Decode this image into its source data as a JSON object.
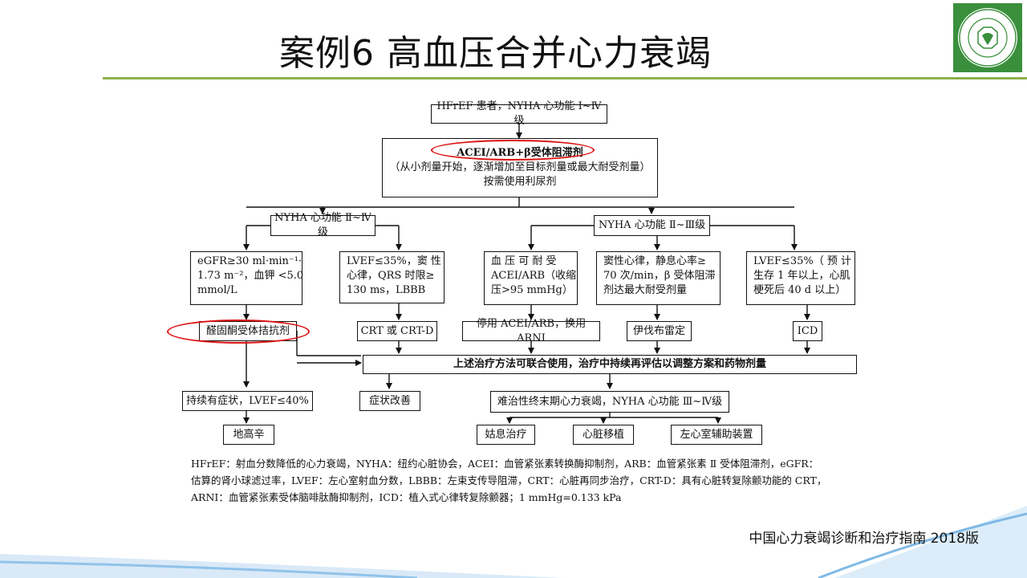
{
  "slide": {
    "title": "案例6 高血压合并心力衰竭",
    "source": "中国心力衰竭诊断和治疗指南 2018版",
    "logo_icon": "hunan-pharmaceutical-association-logo",
    "accent_color": "#8cb04a"
  },
  "flowchart": {
    "start": "HFrEF 患者，NYHA 心功能 Ⅰ~Ⅳ级",
    "base_treatment": {
      "drug": "ACEI/ARB+β受体阻滞剂",
      "note": "（从小剂量开始，逐渐增加至目标剂量或最大耐受剂量）",
      "diuretic": "按需使用利尿剂"
    },
    "left_branch": "NYHA 心功能 Ⅱ~Ⅳ级",
    "right_branch": "NYHA 心功能 Ⅱ~Ⅲ级",
    "cond_egfr": [
      "eGFR≥30 ml·min⁻¹·",
      "1.73 m⁻²，血钾 <5.0",
      "mmol/L"
    ],
    "cond_lvef_sinus": [
      "LVEF≤35%，窦 性",
      "心律，QRS 时限≥",
      "130 ms，LBBB"
    ],
    "cond_bp": [
      "血 压 可 耐 受",
      "ACEI/ARB（收缩",
      "压>95 mmHg）"
    ],
    "cond_hr": [
      "窦性心律，静息心率≥",
      "70 次/min，β 受体阻滞",
      "剂达最大耐受剂量"
    ],
    "cond_icd": [
      "LVEF≤35%（ 预 计",
      "生存 1 年以上，心肌",
      "梗死后 40 d 以上）"
    ],
    "tx_mra": "醛固酮受体拮抗剂",
    "tx_crt": "CRT 或 CRT-D",
    "tx_arni": "停用 ACEI/ARB，换用 ARNI",
    "tx_ivabradine": "伊伐布雷定",
    "tx_icd": "ICD",
    "combine": "上述治疗方法可联合使用，治疗中持续再评估以调整方案和药物剂量",
    "persistent": "持续有症状，LVEF≤40%",
    "improved": "症状改善",
    "refractory": "难治性终末期心力衰竭，NYHA 心功能 Ⅲ~Ⅳ级",
    "digoxin": "地高辛",
    "palliative": "姑息治疗",
    "transplant": "心脏移植",
    "lvad": "左心室辅助装置"
  },
  "legend": [
    "HFrEF：射血分数降低的心力衰竭，NYHA：纽约心脏协会，ACEI：血管紧张素转换酶抑制剂，ARB：血管紧张素 Ⅱ 受体阻滞剂，eGFR：",
    "估算的肾小球滤过率，LVEF：左心室射血分数，LBBB：左束支传导阻滞，CRT：心脏再同步治疗，CRT-D：具有心脏转复除颤功能的 CRT，",
    "ARNI：血管紧张素受体脑啡肽酶抑制剂，ICD：植入式心律转复除颤器；1 mmHg=0.133 kPa"
  ],
  "highlight_color": "#dd1111"
}
